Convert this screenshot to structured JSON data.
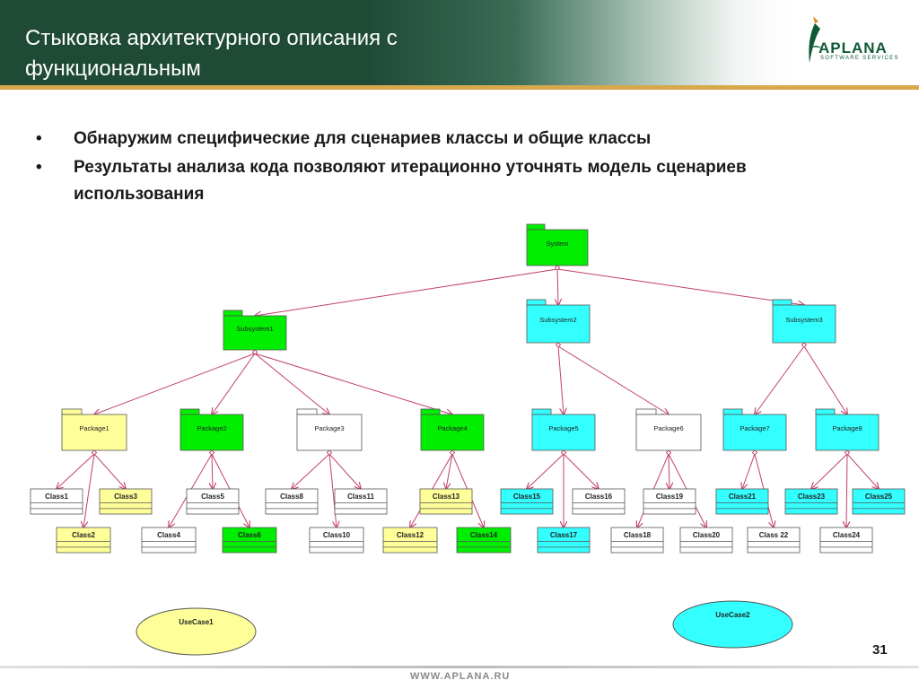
{
  "slide": {
    "title": "Стыковка архитектурного описания с функциональным",
    "bullets": [
      "Обнаружим специфические для сценариев классы и общие классы",
      "Результаты анализа кода позволяют итерационно уточнять модель сценариев использования"
    ],
    "page_number": "31",
    "footer_url": "WWW.APLANA.RU",
    "bullet_glyph": "•"
  },
  "logo": {
    "name": "APLANA",
    "tagline": "SOFTWARE SERVICES"
  },
  "colors": {
    "header_bg": "#1e4a36",
    "header_bar": "#d7a94a",
    "green": "#00ee00",
    "cyan": "#33ffff",
    "yellow": "#ffff99",
    "white": "#ffffff",
    "edge": "#c0406a"
  },
  "diagram": {
    "packages": [
      {
        "id": "System",
        "label": "System",
        "color": "green"
      },
      {
        "id": "Subsystem1",
        "label": "Subsystem1",
        "color": "green"
      },
      {
        "id": "Subsystem2",
        "label": "Subsystem2",
        "color": "cyan"
      },
      {
        "id": "Subsystem3",
        "label": "Subsystem3",
        "color": "cyan"
      },
      {
        "id": "Package1",
        "label": "Package1",
        "color": "yellow"
      },
      {
        "id": "Package2",
        "label": "Package2",
        "color": "green"
      },
      {
        "id": "Package3",
        "label": "Package3",
        "color": "white"
      },
      {
        "id": "Package4",
        "label": "Package4",
        "color": "green"
      },
      {
        "id": "Package5",
        "label": "Package5",
        "color": "cyan"
      },
      {
        "id": "Package6",
        "label": "Package6",
        "color": "white"
      },
      {
        "id": "Package7",
        "label": "Package7",
        "color": "cyan"
      },
      {
        "id": "Package8",
        "label": "Package8",
        "color": "cyan"
      }
    ],
    "classes": [
      {
        "id": "Class1",
        "label": "Class1",
        "color": "white"
      },
      {
        "id": "Class3",
        "label": "Class3",
        "color": "yellow"
      },
      {
        "id": "Class2",
        "label": "Class2",
        "color": "yellow"
      },
      {
        "id": "Class5",
        "label": "Class5",
        "color": "white"
      },
      {
        "id": "Class4",
        "label": "Class4",
        "color": "white"
      },
      {
        "id": "Class6",
        "label": "Class6",
        "color": "green"
      },
      {
        "id": "Class8",
        "label": "Class8",
        "color": "white"
      },
      {
        "id": "Class11",
        "label": "Class11",
        "color": "white"
      },
      {
        "id": "Class10",
        "label": "Class10",
        "color": "white"
      },
      {
        "id": "Class13",
        "label": "Class13",
        "color": "yellow"
      },
      {
        "id": "Class12",
        "label": "Class12",
        "color": "yellow"
      },
      {
        "id": "Class14",
        "label": "Class14",
        "color": "green"
      },
      {
        "id": "Class15",
        "label": "Class15",
        "color": "cyan"
      },
      {
        "id": "Class16",
        "label": "Class16",
        "color": "white"
      },
      {
        "id": "Class17",
        "label": "Class17",
        "color": "cyan"
      },
      {
        "id": "Class19",
        "label": "Class19",
        "color": "white"
      },
      {
        "id": "Class18",
        "label": "Class18",
        "color": "white"
      },
      {
        "id": "Class20",
        "label": "Class20",
        "color": "white"
      },
      {
        "id": "Class21",
        "label": "Class21",
        "color": "cyan"
      },
      {
        "id": "Class22",
        "label": "Class 22",
        "color": "white"
      },
      {
        "id": "Class23",
        "label": "Class23",
        "color": "cyan"
      },
      {
        "id": "Class25",
        "label": "Class25",
        "color": "cyan"
      },
      {
        "id": "Class24",
        "label": "Class24",
        "color": "white"
      }
    ],
    "usecases": [
      {
        "id": "UseCase1",
        "label": "UseCase1",
        "color": "yellow"
      },
      {
        "id": "UseCase2",
        "label": "UseCase2",
        "color": "cyan"
      }
    ],
    "edges": [
      [
        "System",
        "Subsystem1"
      ],
      [
        "System",
        "Subsystem2"
      ],
      [
        "System",
        "Subsystem3"
      ],
      [
        "Subsystem1",
        "Package1"
      ],
      [
        "Subsystem1",
        "Package2"
      ],
      [
        "Subsystem1",
        "Package3"
      ],
      [
        "Subsystem1",
        "Package4"
      ],
      [
        "Subsystem2",
        "Package5"
      ],
      [
        "Subsystem2",
        "Package6"
      ],
      [
        "Subsystem3",
        "Package7"
      ],
      [
        "Subsystem3",
        "Package8"
      ],
      [
        "Package1",
        "Class1"
      ],
      [
        "Package1",
        "Class2"
      ],
      [
        "Package1",
        "Class3"
      ],
      [
        "Package2",
        "Class4"
      ],
      [
        "Package2",
        "Class5"
      ],
      [
        "Package2",
        "Class6"
      ],
      [
        "Package3",
        "Class8"
      ],
      [
        "Package3",
        "Class10"
      ],
      [
        "Package3",
        "Class11"
      ],
      [
        "Package4",
        "Class12"
      ],
      [
        "Package4",
        "Class13"
      ],
      [
        "Package4",
        "Class14"
      ],
      [
        "Package5",
        "Class15"
      ],
      [
        "Package5",
        "Class17"
      ],
      [
        "Package5",
        "Class16"
      ],
      [
        "Package6",
        "Class18"
      ],
      [
        "Package6",
        "Class19"
      ],
      [
        "Package6",
        "Class20"
      ],
      [
        "Package7",
        "Class21"
      ],
      [
        "Package7",
        "Class22"
      ],
      [
        "Package8",
        "Class23"
      ],
      [
        "Package8",
        "Class24"
      ],
      [
        "Package8",
        "Class25"
      ]
    ]
  }
}
